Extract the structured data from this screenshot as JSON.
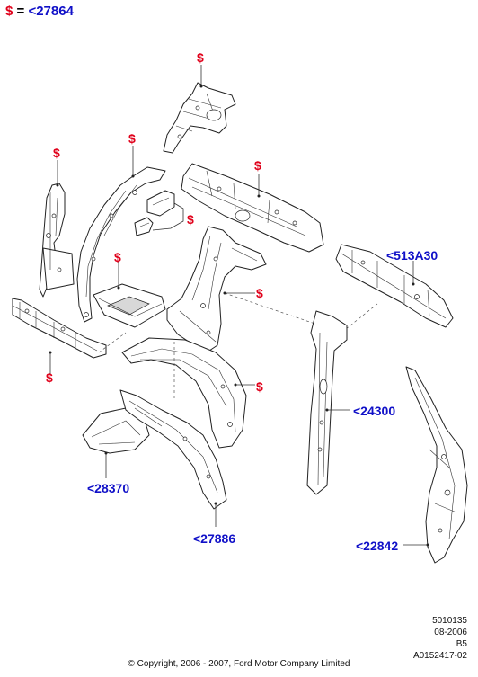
{
  "legend": {
    "symbol": "$",
    "equals": " = ",
    "part": "<27864"
  },
  "callouts": {
    "top_bracket": "$",
    "a_pillar_upper": "$",
    "roof_side_rail": "$",
    "left_pillar": "$",
    "small_bracket": "$",
    "floor_panel": "$",
    "b_pillar_inner": "$",
    "left_sill": "$",
    "wheelhouse": "$",
    "rear_panel": "<513A30",
    "center_pillar": "<24300",
    "wheel_arch_liner": "<28370",
    "quarter_inner": "<27886",
    "rear_quarter": "<22842"
  },
  "meta": {
    "code": "5010135",
    "date": "08-2006",
    "rev": "B5",
    "figure": "A0152417-02"
  },
  "copyright": "© Copyright, 2006 - 2007, Ford Motor Company Limited",
  "colors": {
    "price_symbol": "#e0001a",
    "part_number": "#1010c8",
    "line_art": "#222222"
  }
}
